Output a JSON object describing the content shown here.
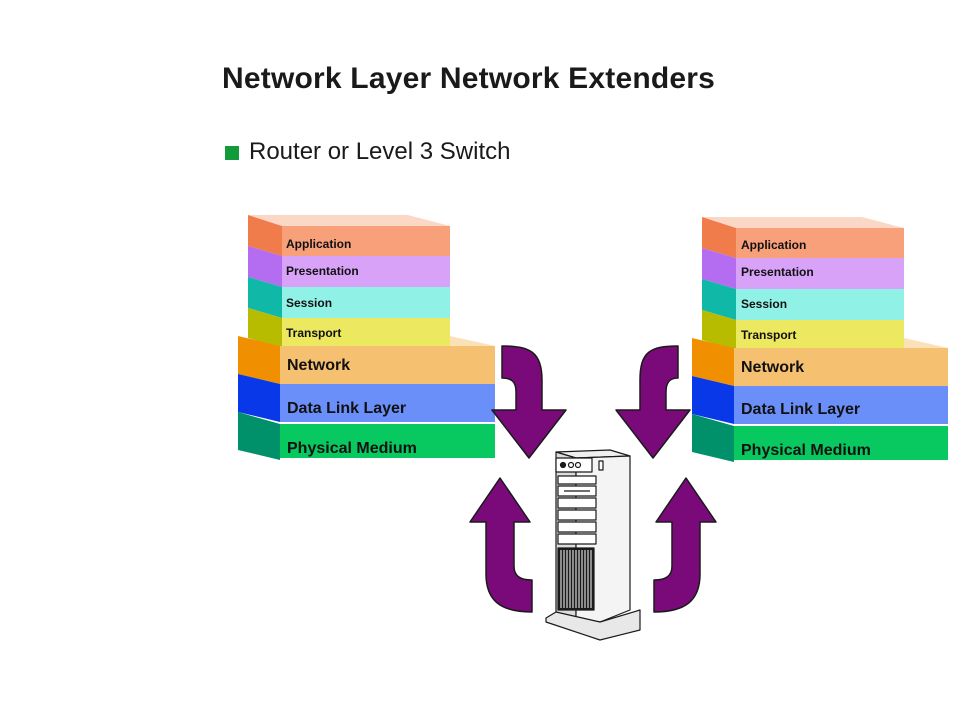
{
  "title": "Network Layer Network Extenders",
  "bullet": "Router or Level 3 Switch",
  "stacks": [
    {
      "name": "left-stack",
      "layers": {
        "application": "Application",
        "presentation": "Presentation",
        "session": "Session",
        "transport": "Transport",
        "network": "Network",
        "data_link": "Data Link Layer",
        "physical": "Physical Medium"
      }
    },
    {
      "name": "right-stack",
      "layers": {
        "application": "Application",
        "presentation": "Presentation",
        "session": "Session",
        "transport": "Transport",
        "network": "Network",
        "data_link": "Data Link Layer",
        "physical": "Physical Medium"
      }
    }
  ],
  "colors": {
    "application": "#f8a07a",
    "application_side": "#f07c4c",
    "presentation": "#d8a2f8",
    "presentation_side": "#b46cf0",
    "session": "#90f2e6",
    "session_side": "#10b8a8",
    "transport": "#ece860",
    "transport_side": "#b8bc00",
    "network": "#f5c070",
    "network_side": "#f09000",
    "data_link": "#6a8ff8",
    "data_link_side": "#0838e8",
    "physical": "#08c860",
    "physical_side": "#00906a",
    "arrow": "#7a0a7a",
    "bullet": "#129b3a"
  },
  "icons": [
    "router-tower-icon",
    "arrow-down-icon",
    "arrow-up-icon"
  ]
}
